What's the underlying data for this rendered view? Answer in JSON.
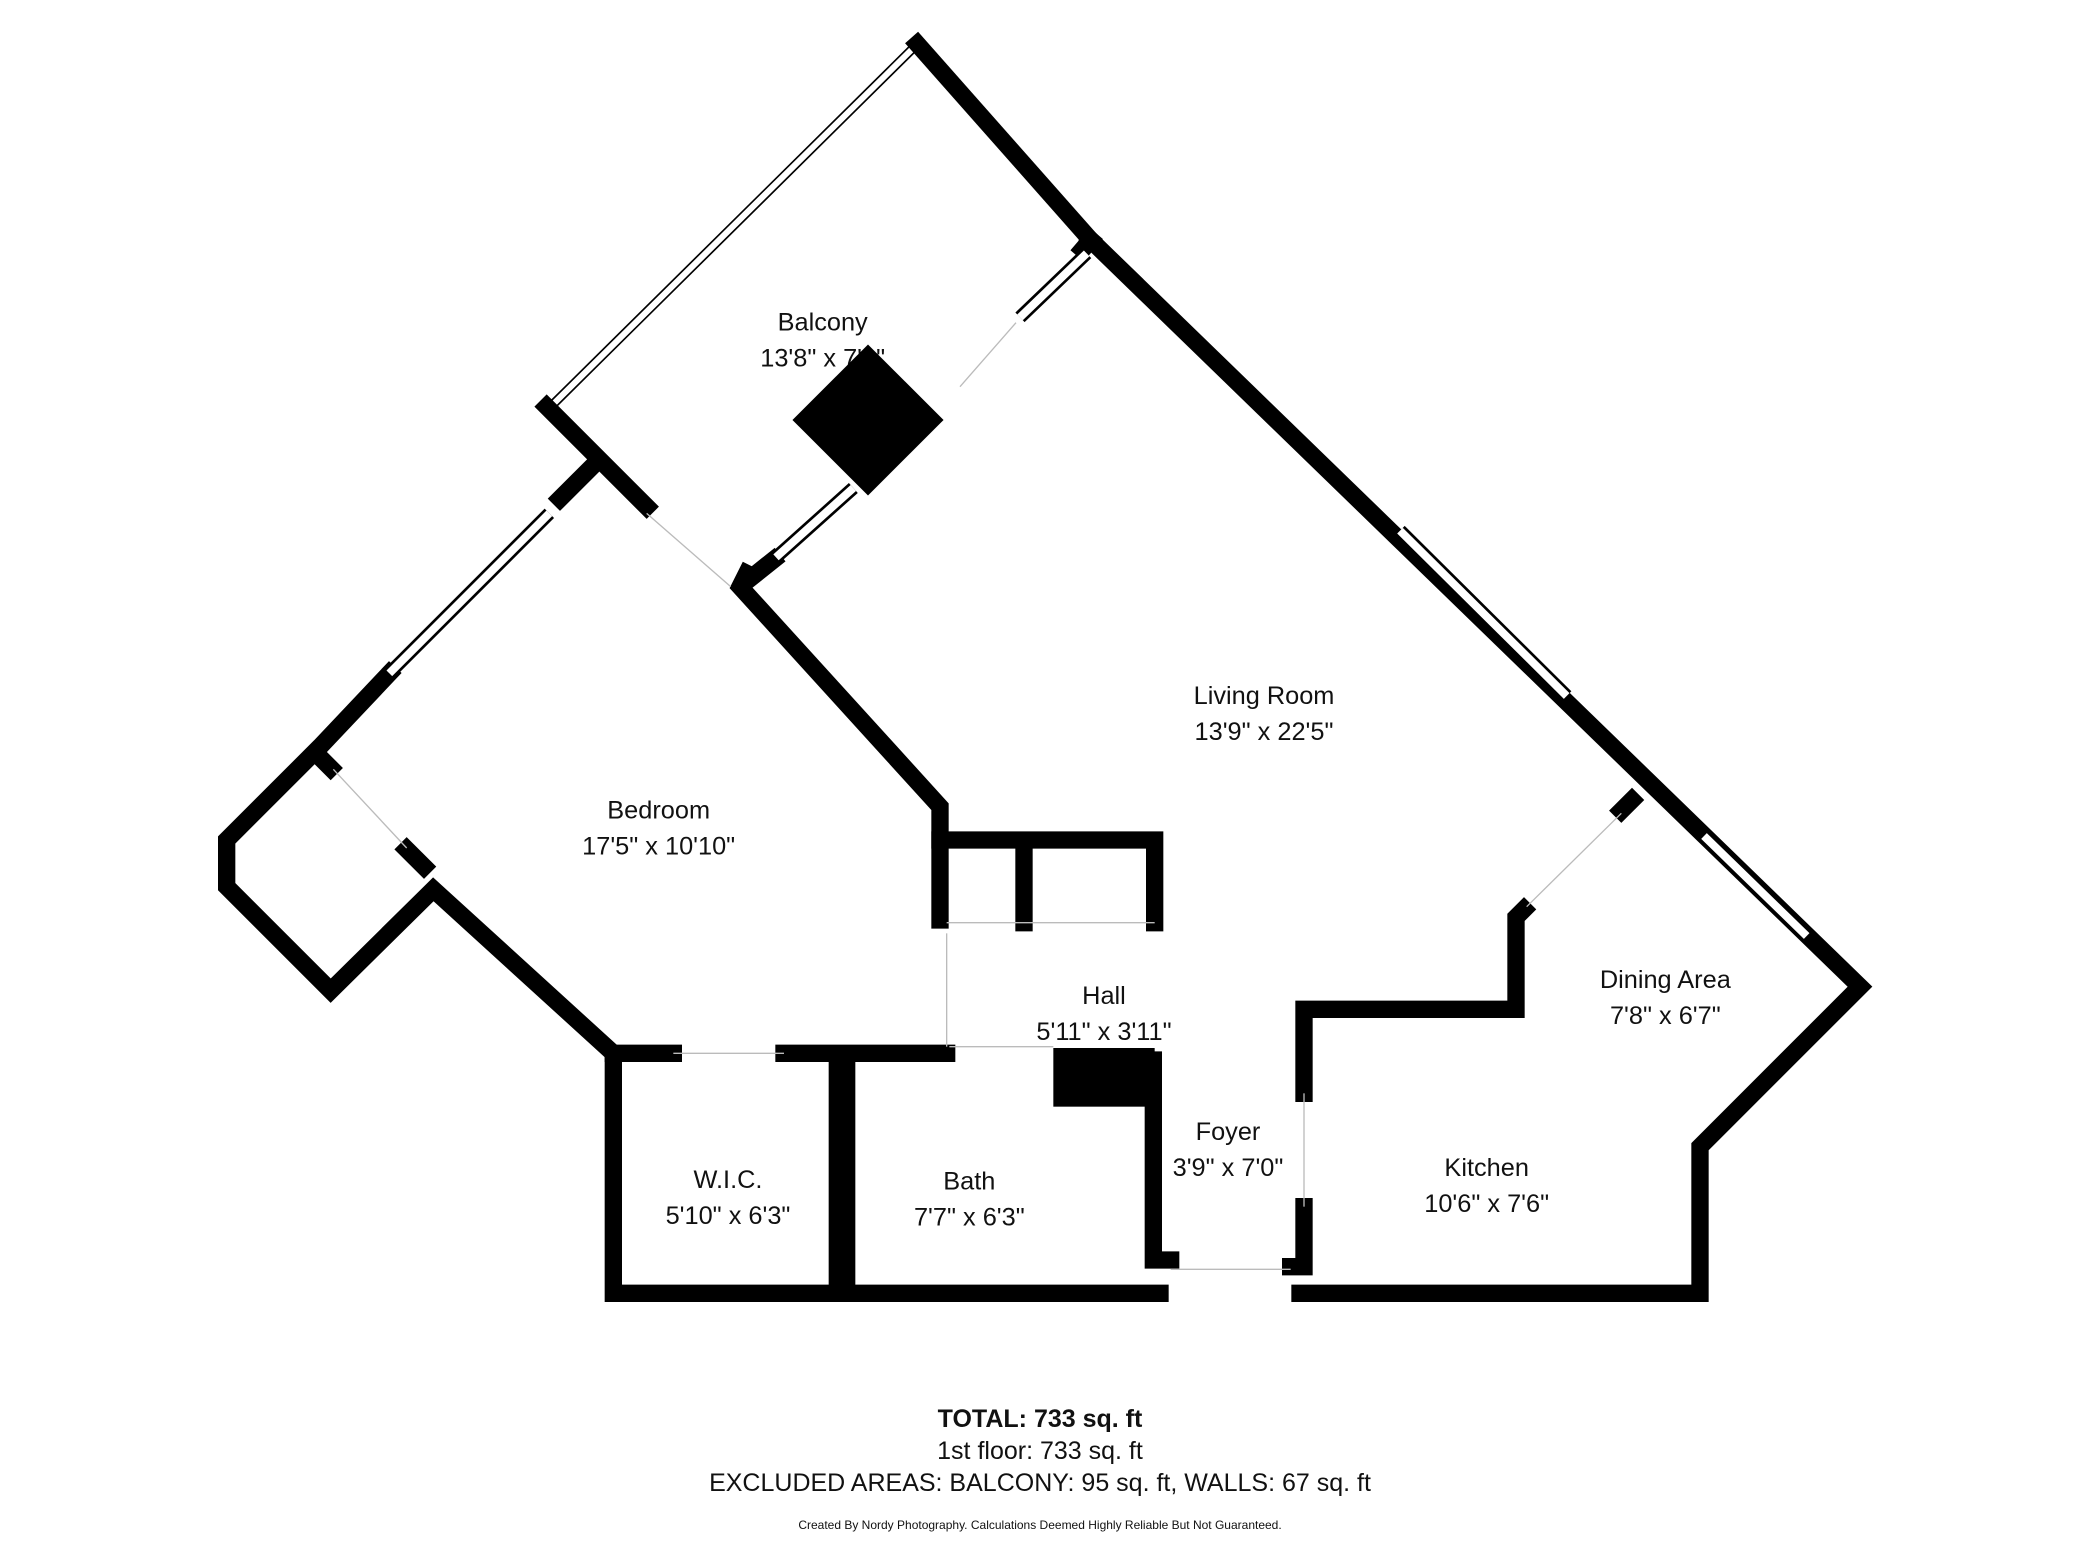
{
  "rooms": [
    {
      "name": "Balcony",
      "size": "13'8\" x 7'0\""
    },
    {
      "name": "Living Room",
      "size": "13'9\" x 22'5\""
    },
    {
      "name": "Bedroom",
      "size": "17'5\" x 10'10\""
    },
    {
      "name": "Hall",
      "size": "5'11\" x 3'11\""
    },
    {
      "name": "Dining Area",
      "size": "7'8\" x 6'7\""
    },
    {
      "name": "Foyer",
      "size": "3'9\" x 7'0\""
    },
    {
      "name": "W.I.C.",
      "size": "5'10\" x 6'3\""
    },
    {
      "name": "Bath",
      "size": "7'7\" x 6'3\""
    },
    {
      "name": "Kitchen",
      "size": "10'6\" x 7'6\""
    }
  ],
  "summary": {
    "total": "TOTAL: 733 sq. ft",
    "floor1": "1st floor: 733 sq. ft",
    "excluded": "EXCLUDED AREAS: BALCONY: 95 sq. ft, WALLS: 67 sq. ft",
    "credit": "Created By Nordy Photography. Calculations Deemed Highly Reliable But Not Guaranteed."
  }
}
